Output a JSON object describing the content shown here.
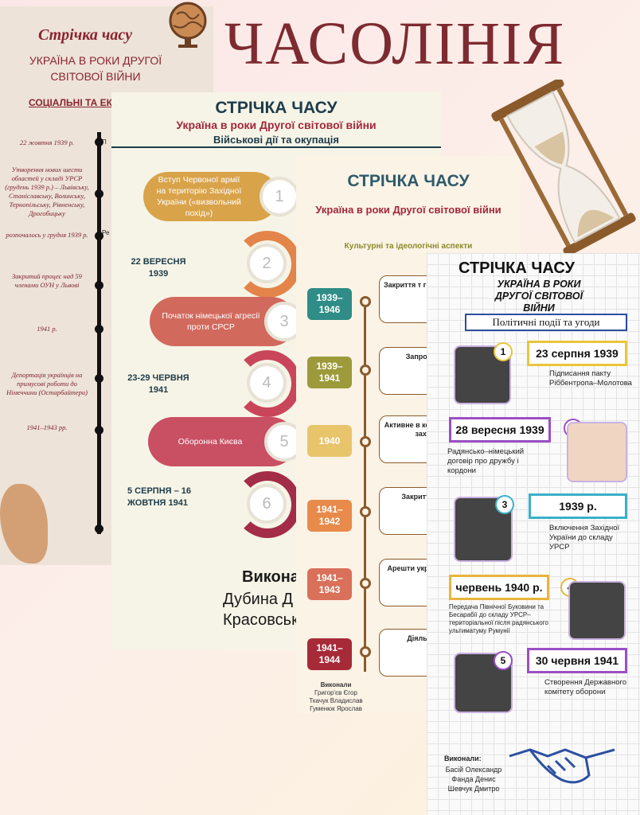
{
  "main_title": "ЧАСОЛІНІЯ",
  "poster1": {
    "title": "Стрічка часу",
    "subtitle": "УКРАЇНА В РОКИ ДРУГОЇ СВІТОВОЇ ВІЙНИ",
    "section": "СОЦІАЛЬНІ ТА ЕКОНО",
    "events": [
      {
        "text": "22 жовтня 1939 р.",
        "side": "П"
      },
      {
        "text": "Утворення нових шести областей у складі УРСР (грудень 1939 р.) – Львівську, Станіславську, Волинську, Тернопільську, Рівненську, Дрогобицьку",
        "side": ""
      },
      {
        "text": "розпочалось у грудня 1939 р.",
        "side": "Ре"
      },
      {
        "text": "Закритий процес над 59 членами ОУН у Львові",
        "side": ""
      },
      {
        "text": "1941 р.",
        "side": ""
      },
      {
        "text": "Депортація українців на примусові роботи до Німеччини (Остарбайтери)",
        "side": ""
      },
      {
        "text": "1941–1943 рр.",
        "side": ""
      }
    ]
  },
  "poster2": {
    "title": "СТРІЧКА ЧАСУ",
    "subtitle": "Україна в роки Другої світової війни",
    "caption": "Військові дії та окупація",
    "items": [
      {
        "num": "1",
        "label": "Вступ Червоної армії на територію Західної України («визвольний похід»)",
        "date": "",
        "color": "#d9a34a"
      },
      {
        "num": "2",
        "label": "",
        "date": "22 ВЕРЕСНЯ 1939",
        "color": "#e3844a"
      },
      {
        "num": "3",
        "label": "Початок німецької агресії проти СРСР",
        "date": "",
        "color": "#d2695d"
      },
      {
        "num": "4",
        "label": "",
        "date": "23-29 ЧЕРВНЯ 1941",
        "color": "#c9465a"
      },
      {
        "num": "5",
        "label": "Оборонна Києва",
        "date": "",
        "color": "#c94f63"
      },
      {
        "num": "6",
        "label": "",
        "date": "5 СЕРПНЯ – 16 ЖОВТНЯ 1941",
        "color": "#a32c48"
      }
    ],
    "authors_label": "Викона",
    "names": [
      "Дубина Д",
      "Красовськ"
    ]
  },
  "poster3": {
    "title": "СТРІЧКА ЧАСУ",
    "subtitle": "Україна в роки Другої світової війни",
    "caption": "Культурні та ідеологічні аспекти",
    "items": [
      {
        "years": "1939–1946",
        "text": "Закриття т греко-като на пр (1939",
        "color": "#2f8c86"
      },
      {
        "years": "1939–1941",
        "text": "Запровадж сист (193",
        "color": "#9c9a3a"
      },
      {
        "years": "1940",
        "text": "Активне в комуністичн шкільних західноукра (19",
        "color": "#e8c46a"
      },
      {
        "years": "1941–1942",
        "text": "Закриття культур (1941",
        "color": "#e88a4a"
      },
      {
        "years": "1941–1943",
        "text": "Арешти українських культури (",
        "color": "#d9705a"
      },
      {
        "years": "1941–1944",
        "text": "Діяльніс україн (194",
        "color": "#a72a38"
      }
    ],
    "authors_label": "Виконали",
    "names": [
      "Григор'єв Єгор",
      "Ткачук Владислав",
      "Гуменюк Ярослав"
    ]
  },
  "poster4": {
    "title": "СТРІЧКА ЧАСУ",
    "subtitle": "УКРАЇНА В РОКИ ДРУГОЇ СВІТОВОЇ ВІЙНИ",
    "caption": "Політичні події та угоди",
    "items": [
      {
        "num": "1",
        "date": "23 серпня 1939",
        "desc": "Підписання пакту Ріббентропа–Молотова",
        "color": "#e9c53c"
      },
      {
        "num": "2",
        "date": "28 вересня 1939",
        "desc": "Радянсько–німецький договір про дружбу і кордони",
        "color": "#9b4fc4"
      },
      {
        "num": "3",
        "date": "1939 р.",
        "desc": "Включення Західної України до складу УРСР",
        "color": "#3ab0c8"
      },
      {
        "num": "4",
        "date": "червень 1940 р.",
        "desc": "Передача Північної Буковини та Бесарабії до складу УРСР–територіальної після радянського ультиматуму Румунії",
        "color": "#e9b43c"
      },
      {
        "num": "5",
        "date": "30 червня 1941",
        "desc": "Створення Державного комітету оборони",
        "color": "#9b4fc4"
      }
    ],
    "authors_label": "Виконали:",
    "names": [
      "Басій Олександр",
      "Фанда Денис",
      "Шевчук Дмитро"
    ]
  }
}
